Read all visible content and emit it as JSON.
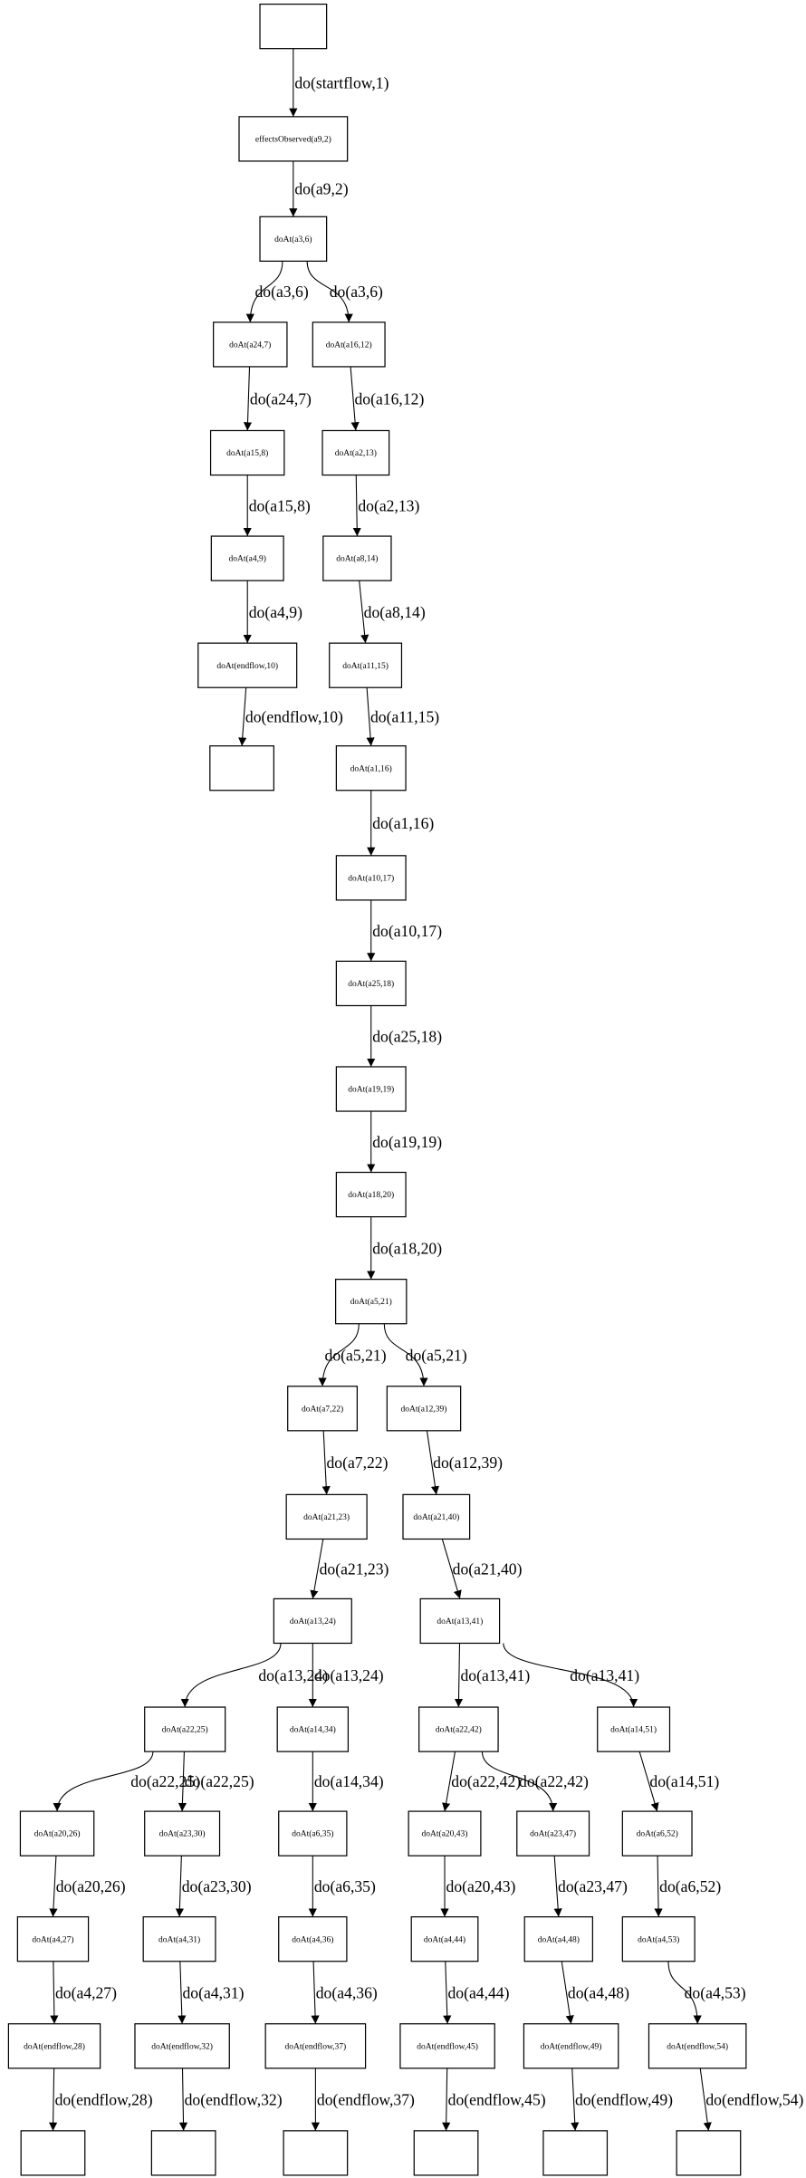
{
  "graph": {
    "type": "tree",
    "colors": {
      "stroke": "#000000",
      "fill": "#ffffff",
      "background": "#ffffff"
    },
    "nodes": [
      {
        "id": "n1",
        "label": ""
      },
      {
        "id": "n2",
        "label": "effectsObserved(a9,2)"
      },
      {
        "id": "n3",
        "label": "doAt(a3,6)"
      },
      {
        "id": "n4",
        "label": "doAt(a24,7)"
      },
      {
        "id": "n5",
        "label": "doAt(a16,12)"
      },
      {
        "id": "n6",
        "label": "doAt(a15,8)"
      },
      {
        "id": "n7",
        "label": "doAt(a2,13)"
      },
      {
        "id": "n8",
        "label": "doAt(a4,9)"
      },
      {
        "id": "n9",
        "label": "doAt(a8,14)"
      },
      {
        "id": "n10",
        "label": "doAt(endflow,10)"
      },
      {
        "id": "n11",
        "label": "doAt(a11,15)"
      },
      {
        "id": "n12",
        "label": ""
      },
      {
        "id": "n13",
        "label": "doAt(a1,16)"
      },
      {
        "id": "n14",
        "label": "doAt(a10,17)"
      },
      {
        "id": "n15",
        "label": "doAt(a25,18)"
      },
      {
        "id": "n16",
        "label": "doAt(a19,19)"
      },
      {
        "id": "n17",
        "label": "doAt(a18,20)"
      },
      {
        "id": "n18",
        "label": "doAt(a5,21)"
      },
      {
        "id": "n19",
        "label": "doAt(a7,22)"
      },
      {
        "id": "n20",
        "label": "doAt(a12,39)"
      },
      {
        "id": "n21",
        "label": "doAt(a21,23)"
      },
      {
        "id": "n22",
        "label": "doAt(a21,40)"
      },
      {
        "id": "n23",
        "label": "doAt(a13,24)"
      },
      {
        "id": "n24",
        "label": "doAt(a13,41)"
      },
      {
        "id": "n25",
        "label": "doAt(a22,25)"
      },
      {
        "id": "n26",
        "label": "doAt(a14,34)"
      },
      {
        "id": "n27",
        "label": "doAt(a22,42)"
      },
      {
        "id": "n28",
        "label": "doAt(a14,51)"
      },
      {
        "id": "n29",
        "label": "doAt(a20,26)"
      },
      {
        "id": "n30",
        "label": "doAt(a23,30)"
      },
      {
        "id": "n31",
        "label": "doAt(a6,35)"
      },
      {
        "id": "n32",
        "label": "doAt(a20,43)"
      },
      {
        "id": "n33",
        "label": "doAt(a23,47)"
      },
      {
        "id": "n34",
        "label": "doAt(a6,52)"
      },
      {
        "id": "n35",
        "label": "doAt(a4,27)"
      },
      {
        "id": "n36",
        "label": "doAt(a4,31)"
      },
      {
        "id": "n37",
        "label": "doAt(a4,36)"
      },
      {
        "id": "n38",
        "label": "doAt(a4,44)"
      },
      {
        "id": "n39",
        "label": "doAt(a4,48)"
      },
      {
        "id": "n40",
        "label": "doAt(a4,53)"
      },
      {
        "id": "n41",
        "label": "doAt(endflow,28)"
      },
      {
        "id": "n42",
        "label": "doAt(endflow,32)"
      },
      {
        "id": "n43",
        "label": "doAt(endflow,37)"
      },
      {
        "id": "n44",
        "label": "doAt(endflow,45)"
      },
      {
        "id": "n45",
        "label": "doAt(endflow,49)"
      },
      {
        "id": "n46",
        "label": "doAt(endflow,54)"
      },
      {
        "id": "n47",
        "label": ""
      },
      {
        "id": "n48",
        "label": ""
      },
      {
        "id": "n49",
        "label": ""
      },
      {
        "id": "n50",
        "label": ""
      },
      {
        "id": "n51",
        "label": ""
      },
      {
        "id": "n52",
        "label": ""
      }
    ],
    "edges": [
      {
        "from": "n1",
        "to": "n2",
        "label": "do(startflow,1)"
      },
      {
        "from": "n2",
        "to": "n3",
        "label": "do(a9,2)"
      },
      {
        "from": "n3",
        "to": "n4",
        "label": "do(a3,6)"
      },
      {
        "from": "n3",
        "to": "n5",
        "label": "do(a3,6)"
      },
      {
        "from": "n4",
        "to": "n6",
        "label": "do(a24,7)"
      },
      {
        "from": "n6",
        "to": "n8",
        "label": "do(a15,8)"
      },
      {
        "from": "n8",
        "to": "n10",
        "label": "do(a4,9)"
      },
      {
        "from": "n10",
        "to": "n12",
        "label": "do(endflow,10)"
      },
      {
        "from": "n5",
        "to": "n7",
        "label": "do(a16,12)"
      },
      {
        "from": "n7",
        "to": "n9",
        "label": "do(a2,13)"
      },
      {
        "from": "n9",
        "to": "n11",
        "label": "do(a8,14)"
      },
      {
        "from": "n11",
        "to": "n13",
        "label": "do(a11,15)"
      },
      {
        "from": "n13",
        "to": "n14",
        "label": "do(a1,16)"
      },
      {
        "from": "n14",
        "to": "n15",
        "label": "do(a10,17)"
      },
      {
        "from": "n15",
        "to": "n16",
        "label": "do(a25,18)"
      },
      {
        "from": "n16",
        "to": "n17",
        "label": "do(a19,19)"
      },
      {
        "from": "n17",
        "to": "n18",
        "label": "do(a18,20)"
      },
      {
        "from": "n18",
        "to": "n19",
        "label": "do(a5,21)"
      },
      {
        "from": "n18",
        "to": "n20",
        "label": "do(a5,21)"
      },
      {
        "from": "n19",
        "to": "n21",
        "label": "do(a7,22)"
      },
      {
        "from": "n20",
        "to": "n22",
        "label": "do(a12,39)"
      },
      {
        "from": "n21",
        "to": "n23",
        "label": "do(a21,23)"
      },
      {
        "from": "n22",
        "to": "n24",
        "label": "do(a21,40)"
      },
      {
        "from": "n23",
        "to": "n25",
        "label": "do(a13,24)"
      },
      {
        "from": "n23",
        "to": "n26",
        "label": "do(a13,24)"
      },
      {
        "from": "n24",
        "to": "n27",
        "label": "do(a13,41)"
      },
      {
        "from": "n24",
        "to": "n28",
        "label": "do(a13,41)"
      },
      {
        "from": "n25",
        "to": "n29",
        "label": "do(a22,25)"
      },
      {
        "from": "n25",
        "to": "n30",
        "label": "do(a22,25)"
      },
      {
        "from": "n26",
        "to": "n31",
        "label": "do(a14,34)"
      },
      {
        "from": "n27",
        "to": "n32",
        "label": "do(a22,42)"
      },
      {
        "from": "n27",
        "to": "n33",
        "label": "do(a22,42)"
      },
      {
        "from": "n28",
        "to": "n34",
        "label": "do(a14,51)"
      },
      {
        "from": "n29",
        "to": "n35",
        "label": "do(a20,26)"
      },
      {
        "from": "n30",
        "to": "n36",
        "label": "do(a23,30)"
      },
      {
        "from": "n31",
        "to": "n37",
        "label": "do(a6,35)"
      },
      {
        "from": "n32",
        "to": "n38",
        "label": "do(a20,43)"
      },
      {
        "from": "n33",
        "to": "n39",
        "label": "do(a23,47)"
      },
      {
        "from": "n34",
        "to": "n40",
        "label": "do(a6,52)"
      },
      {
        "from": "n35",
        "to": "n41",
        "label": "do(a4,27)"
      },
      {
        "from": "n36",
        "to": "n42",
        "label": "do(a4,31)"
      },
      {
        "from": "n37",
        "to": "n43",
        "label": "do(a4,36)"
      },
      {
        "from": "n38",
        "to": "n44",
        "label": "do(a4,44)"
      },
      {
        "from": "n39",
        "to": "n45",
        "label": "do(a4,48)"
      },
      {
        "from": "n40",
        "to": "n46",
        "label": "do(a4,53)"
      },
      {
        "from": "n41",
        "to": "n47",
        "label": "do(endflow,28)"
      },
      {
        "from": "n42",
        "to": "n48",
        "label": "do(endflow,32)"
      },
      {
        "from": "n43",
        "to": "n49",
        "label": "do(endflow,37)"
      },
      {
        "from": "n44",
        "to": "n50",
        "label": "do(endflow,45)"
      },
      {
        "from": "n45",
        "to": "n51",
        "label": "do(endflow,49)"
      },
      {
        "from": "n46",
        "to": "n52",
        "label": "do(endflow,54)"
      }
    ]
  }
}
